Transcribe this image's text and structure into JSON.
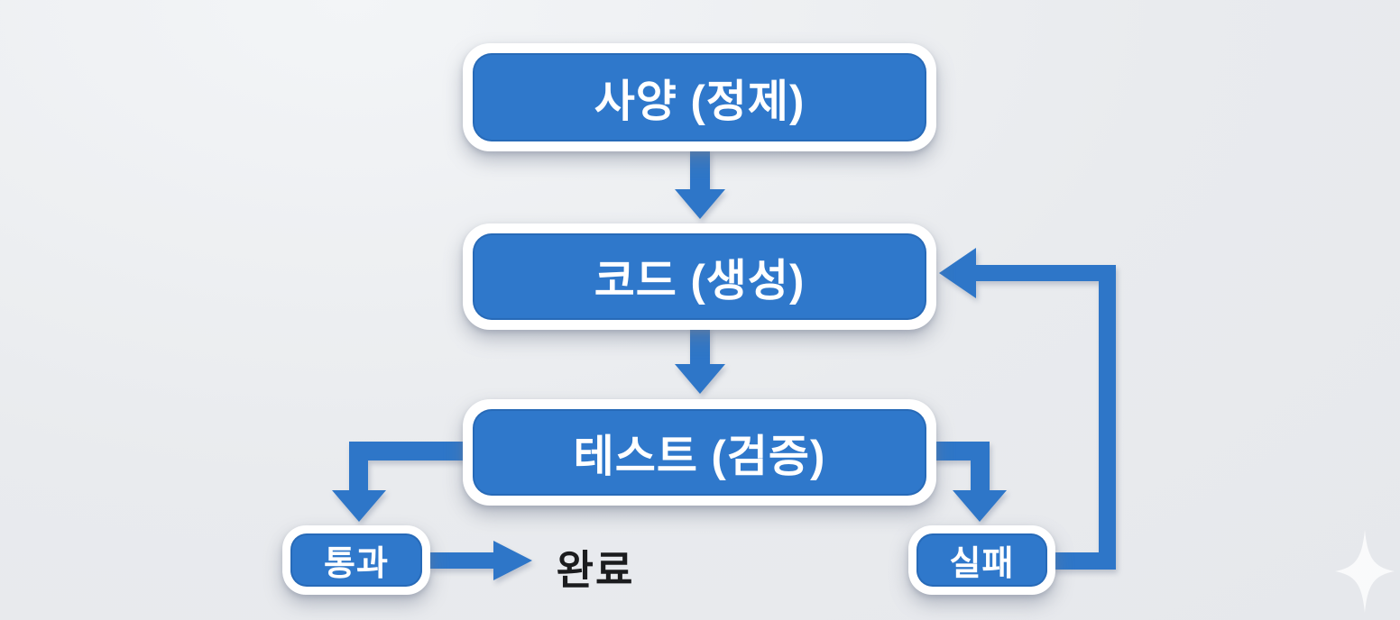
{
  "colors": {
    "accent": "#2e76c8",
    "node_fill": "#2f78cb",
    "node_border": "#ffffff",
    "node_text": "#ffffff",
    "done_text": "#1b1c1e",
    "background": "#e9ebee"
  },
  "flowchart": {
    "title": "",
    "nodes": [
      {
        "id": "spec",
        "label": "사양 (정제)"
      },
      {
        "id": "code",
        "label": "코드 (생성)"
      },
      {
        "id": "test",
        "label": "테스트 (검증)"
      },
      {
        "id": "pass",
        "label": "통과"
      },
      {
        "id": "fail",
        "label": "실패"
      }
    ],
    "terminal_label": "완료",
    "edges": [
      {
        "from": "spec",
        "to": "code",
        "type": "straight-down"
      },
      {
        "from": "code",
        "to": "test",
        "type": "straight-down"
      },
      {
        "from": "test",
        "to": "pass",
        "type": "elbow-left-down"
      },
      {
        "from": "test",
        "to": "fail",
        "type": "elbow-right-down"
      },
      {
        "from": "pass",
        "to": "완료",
        "type": "straight-right"
      },
      {
        "from": "fail",
        "to": "code",
        "type": "loopback-up-left"
      }
    ]
  },
  "decorations": {
    "sparkle_icon": "four-point-star"
  }
}
